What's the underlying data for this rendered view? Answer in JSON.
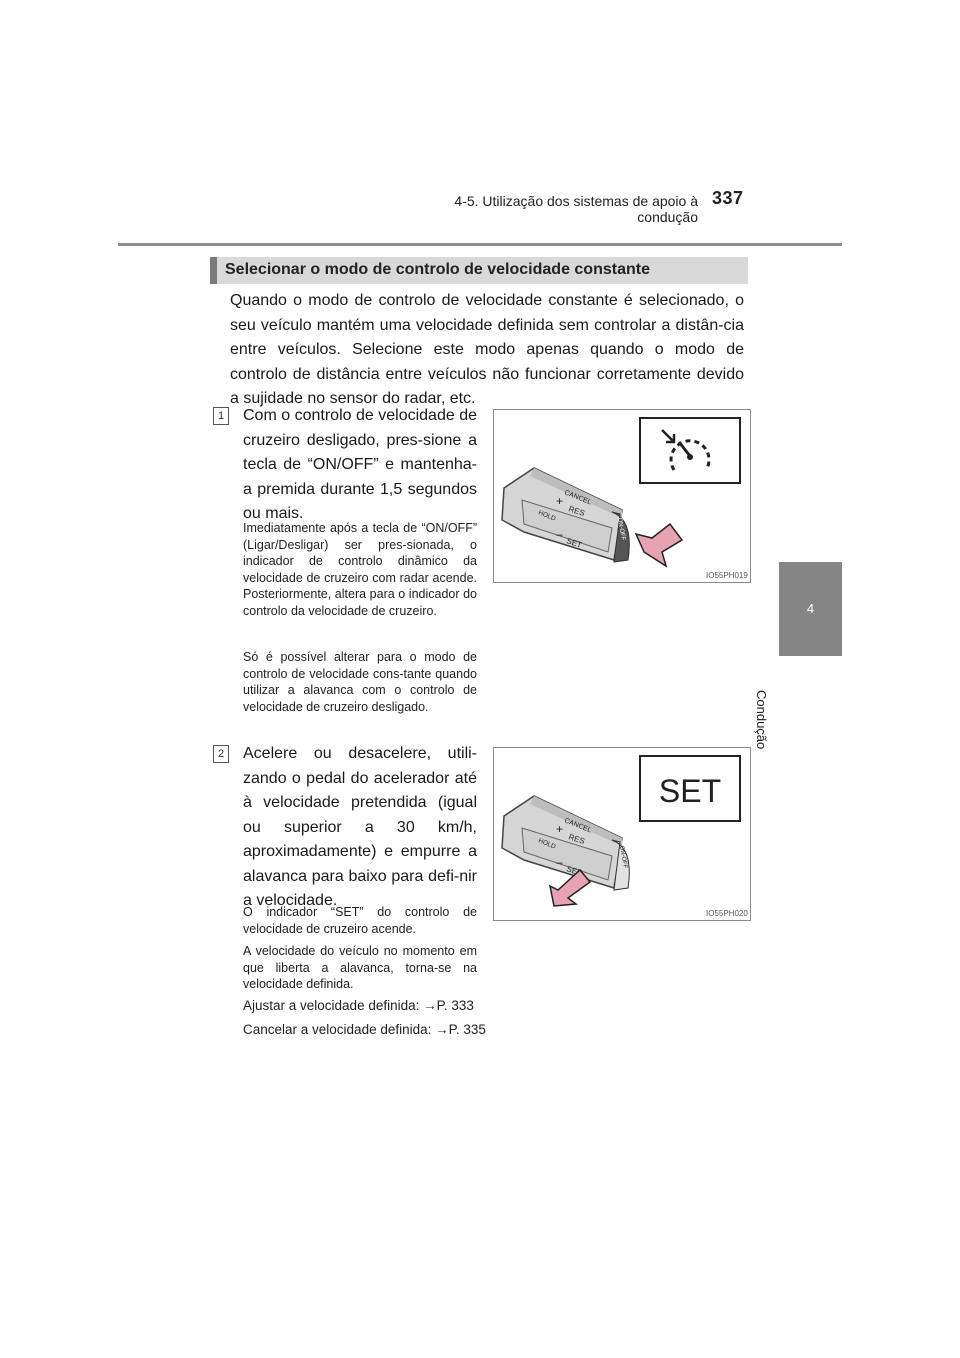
{
  "header": {
    "section": "4-5. Utilização dos sistemas de apoio à condução",
    "page_number": "337"
  },
  "side_tab": {
    "chapter_number": "4",
    "chapter_label": "Condução"
  },
  "section_title": "Selecionar o modo de controlo de velocidade constante",
  "intro_paragraph": "Quando o modo de controlo de velocidade constante é selecionado, o seu veículo mantém uma velocidade definida sem controlar a distân-cia entre veículos. Selecione este modo apenas quando o modo de controlo de distância entre veículos não funcionar corretamente devido a sujidade no sensor do radar, etc.",
  "steps": [
    {
      "number": "1",
      "text": "Com o controlo de velocidade de cruzeiro desligado, pres-sione a tecla de “ON/OFF” e mantenha-a premida durante 1,5 segundos ou mais.",
      "notes": [
        "Imediatamente após a tecla de “ON/OFF” (Ligar/Desligar) ser pres-sionada, o indicador de controlo dinâmico da velocidade de cruzeiro com radar acende. Posteriormente, altera para o indicador do controlo da velocidade de cruzeiro.",
        "Só é possível alterar para o modo de controlo de velocidade cons-tante quando utilizar a alavanca com o controlo de velocidade de cruzeiro desligado."
      ],
      "figure_code": "IO55PH019"
    },
    {
      "number": "2",
      "text": "Acelere ou desacelere, utili-zando o pedal do acelerador até à velocidade pretendida (igual ou superior a 30 km/h, aproximadamente) e empurre a alavanca para baixo para defi-nir a velocidade.",
      "notes": [
        "O indicador “SET” do controlo de velocidade de cruzeiro acende.",
        "A velocidade do veículo no momento em que liberta a alavanca, torna-se na velocidade definida."
      ],
      "figure_code": "IO55PH020",
      "display_text": "SET"
    }
  ],
  "references": [
    "Ajustar a velocidade definida: →P. 333",
    "Cancelar a velocidade definida: →P. 335"
  ],
  "lever_labels": {
    "cancel": "CANCEL",
    "res": "RES",
    "hold": "HOLD",
    "set": "SET",
    "on_off": "ON-OFF",
    "plus": "+",
    "minus": "–"
  }
}
